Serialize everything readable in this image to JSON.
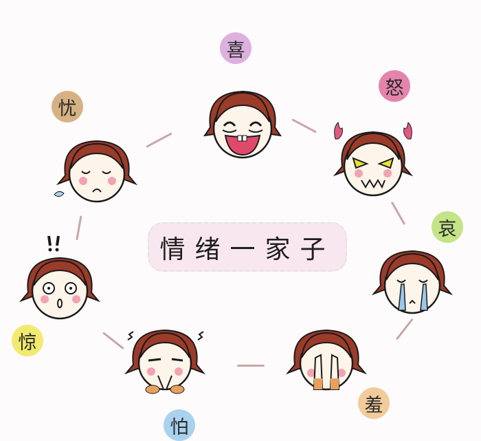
{
  "title": "情绪一家子",
  "emotions": [
    {
      "id": "xi",
      "label": "喜",
      "meaning": "joy",
      "badge_color": "#ddb0dd"
    },
    {
      "id": "nu",
      "label": "怒",
      "meaning": "anger",
      "badge_color": "#e484ac"
    },
    {
      "id": "ai",
      "label": "哀",
      "meaning": "sorrow",
      "badge_color": "#c4e487"
    },
    {
      "id": "xiu",
      "label": "羞",
      "meaning": "shy",
      "badge_color": "#f2cb9b"
    },
    {
      "id": "pa",
      "label": "怕",
      "meaning": "fear",
      "badge_color": "#a8d2ee"
    },
    {
      "id": "jing",
      "label": "惊",
      "meaning": "surprise",
      "badge_color": "#f2ea6e"
    },
    {
      "id": "you",
      "label": "忧",
      "meaning": "worry",
      "badge_color": "#d6b283"
    }
  ],
  "colors": {
    "hair": "#9b3b2a",
    "skin": "#fdf4ea",
    "blush": "#f2a3b3",
    "outline": "#1a1a1a",
    "background": "#fdfbfc",
    "title_bg": "#f8e7ee",
    "connector": "#c9a6a6"
  }
}
